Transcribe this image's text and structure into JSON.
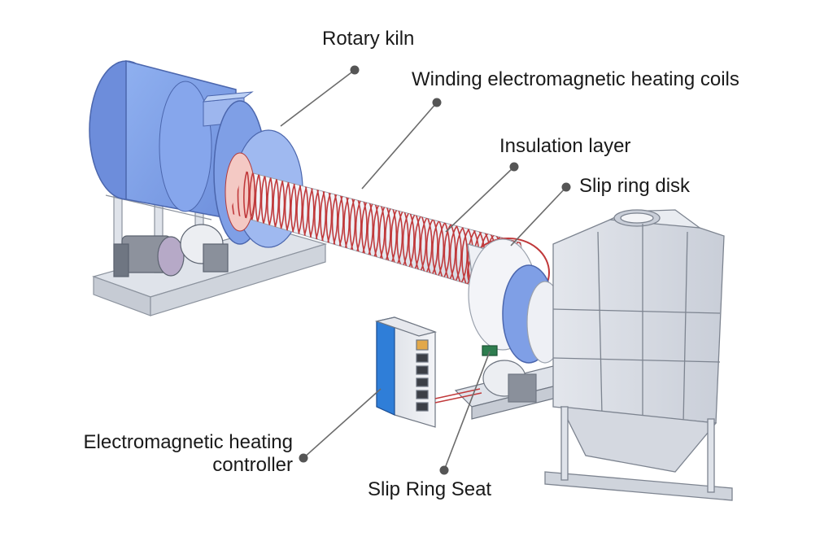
{
  "labels": {
    "rotary_kiln": "Rotary kiln",
    "winding_coils": "Winding electromagnetic heating coils",
    "insulation_layer": "Insulation layer",
    "slip_ring_disk": "Slip ring disk",
    "controller_line1": "Electromagnetic heating",
    "controller_line2": "controller",
    "slip_ring_seat": "Slip Ring Seat"
  },
  "colors": {
    "kiln_blue": "#7f9fe6",
    "kiln_blue_light": "#a9c0f2",
    "coil_red": "#c0393b",
    "tube_light": "#eef0f5",
    "steel": "#d7dbe3",
    "steel_dark": "#9aa1ad",
    "leader": "#6b6b6b",
    "dot": "#555555"
  }
}
